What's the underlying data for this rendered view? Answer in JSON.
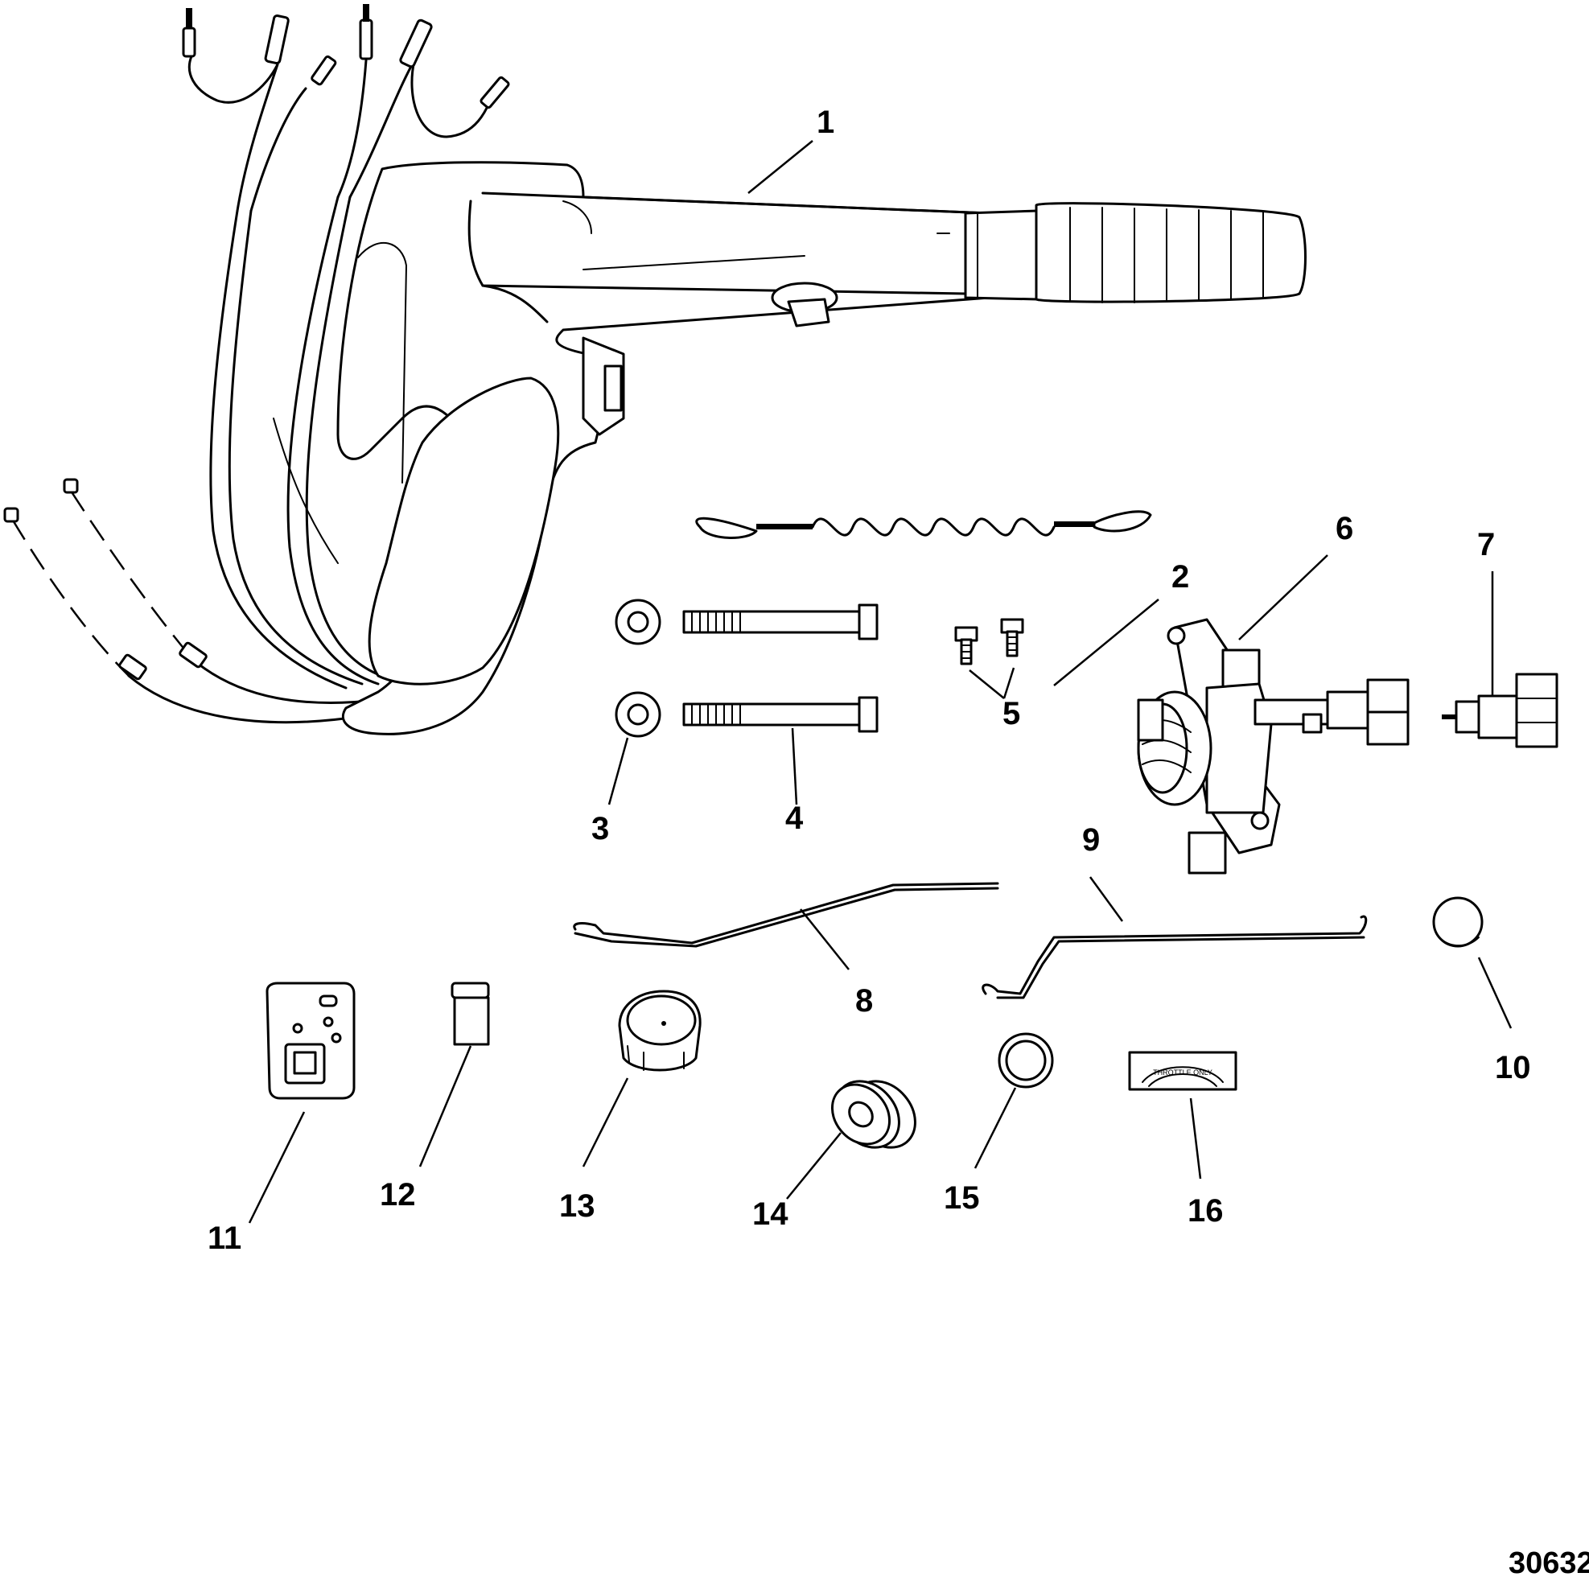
{
  "figure_number": "30632",
  "decal_text": "THROTTLE ONLY",
  "callouts": [
    "1",
    "2",
    "3",
    "4",
    "5",
    "6",
    "7",
    "8",
    "9",
    "10",
    "11",
    "12",
    "13",
    "14",
    "15",
    "16"
  ]
}
